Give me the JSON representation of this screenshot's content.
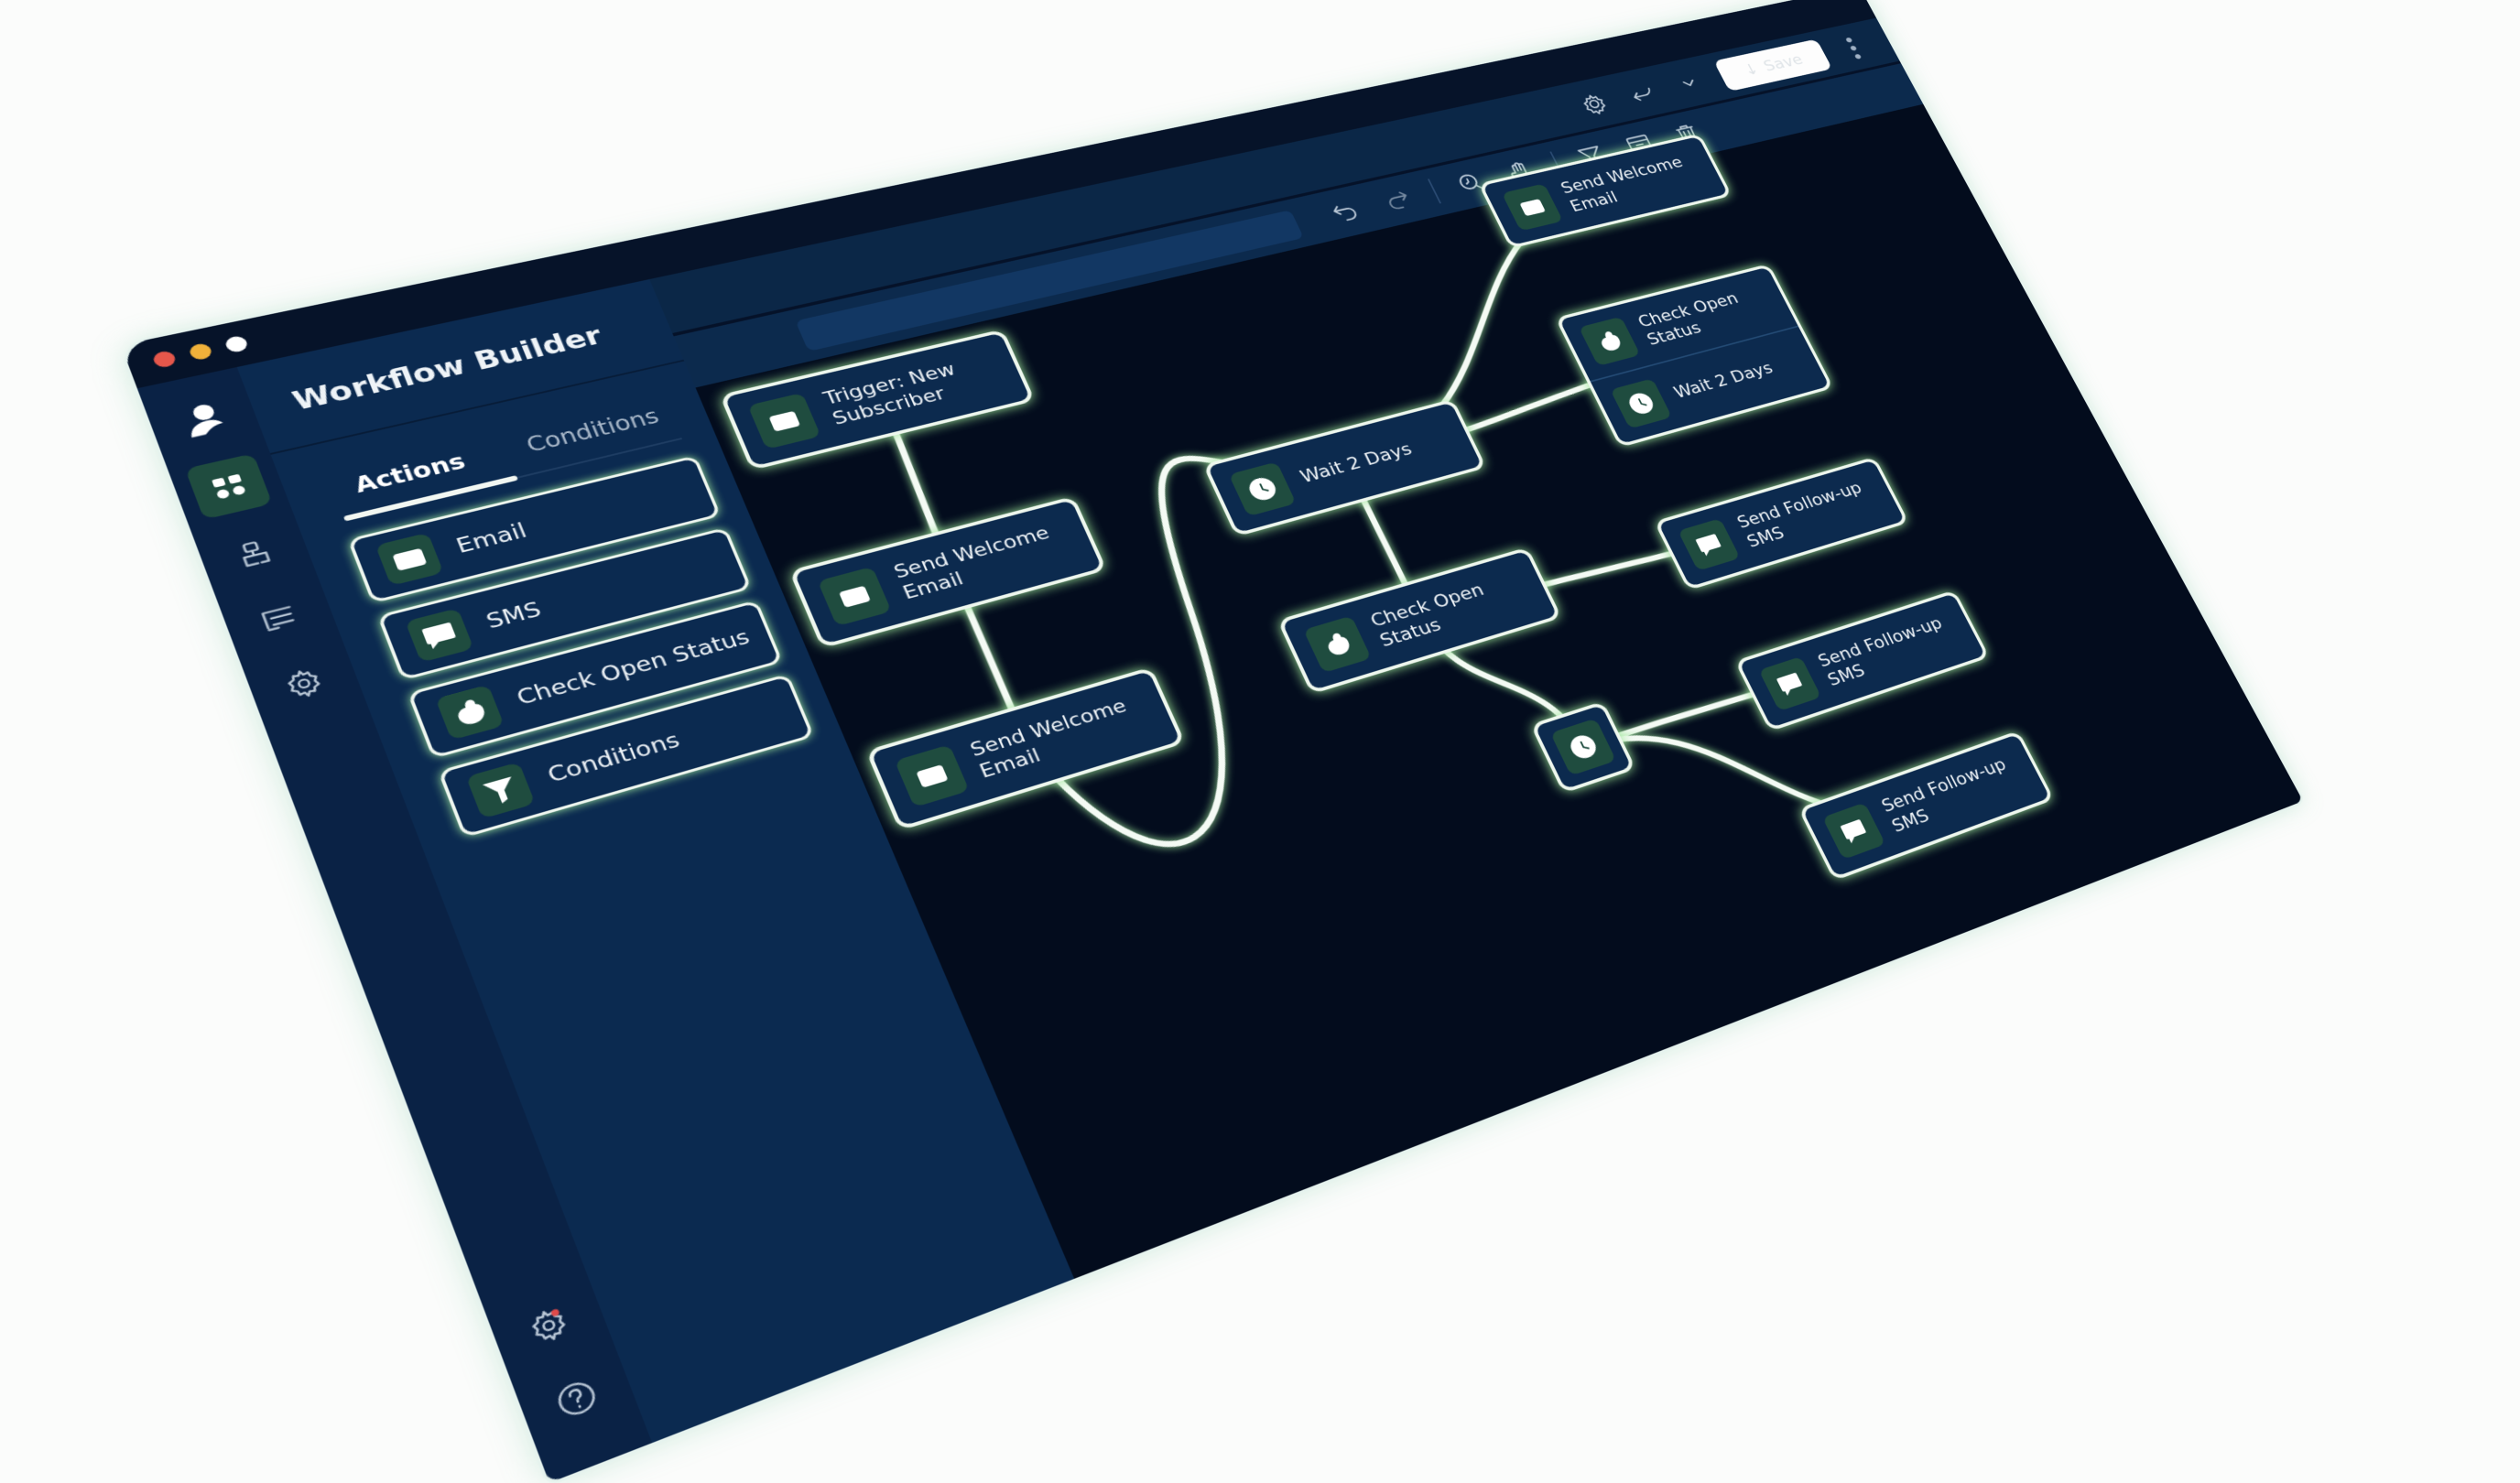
{
  "window": {
    "title": "Workflow Builder",
    "traffic_lights": [
      "#e5574b",
      "#f0b13a",
      "#ffffff"
    ]
  },
  "rail": {
    "items": [
      {
        "icon": "user-icon"
      },
      {
        "icon": "workflow-icon",
        "active": true
      },
      {
        "icon": "flow-icon"
      },
      {
        "icon": "list-icon"
      },
      {
        "icon": "gear-icon"
      }
    ],
    "bottom": [
      {
        "icon": "settings-notification-icon"
      },
      {
        "icon": "help-icon"
      }
    ]
  },
  "panel": {
    "tabs": [
      {
        "label": "Actions",
        "active": true
      },
      {
        "label": "Conditions",
        "active": false
      }
    ],
    "items": [
      {
        "label": "Email",
        "icon": "envelope-icon"
      },
      {
        "label": "SMS",
        "icon": "chat-bubble-icon"
      },
      {
        "label": "Check Open Status",
        "icon": "check-status-icon"
      },
      {
        "label": "Conditions",
        "icon": "funnel-icon"
      }
    ]
  },
  "header": {
    "icons": [
      "settings-sync-icon",
      "undo-icon",
      "chevron-down-icon"
    ],
    "save_label": "Save"
  },
  "toolbar": {
    "icons": [
      "undo-icon",
      "redo-icon",
      "zoom-icon",
      "pan-hand-icon",
      "filter-icon",
      "archive-icon",
      "trash-icon"
    ]
  },
  "nodes": [
    {
      "label": "Trigger: New Subscriber",
      "icon": "envelope-icon"
    },
    {
      "label": "Send Welcome Email",
      "icon": "envelope-icon"
    },
    {
      "label": "Send Welcome Email",
      "icon": "envelope-icon"
    },
    {
      "label": "Wait 2 Days",
      "icon": "clock-icon"
    },
    {
      "label": "Check Open Status",
      "icon": "check-status-icon"
    },
    {
      "label": "Send Welcome Email",
      "icon": "envelope-icon"
    },
    {
      "label": "Check Open Status",
      "label2": "Wait 2 Days",
      "icon": "check-status-icon",
      "icon2": "clock-icon"
    },
    {
      "label": "Send Follow-up SMS",
      "icon": "chat-bubble-icon"
    },
    {
      "label": "",
      "icon": "clock-icon"
    },
    {
      "label": "Send Follow-up SMS",
      "icon": "chat-bubble-icon"
    },
    {
      "label": "Send Follow-up SMS",
      "icon": "chat-bubble-icon"
    }
  ],
  "colors": {
    "canvas": "#030c1d",
    "panel": "#0b2a50",
    "node": "#0c2a4e",
    "icon_tile": "#1f4c3f",
    "glow": "#9fe79a"
  }
}
